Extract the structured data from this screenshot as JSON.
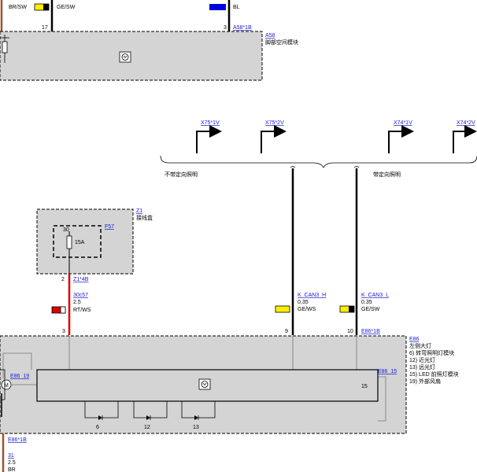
{
  "colors": {
    "module_fill": "#d4d4d4",
    "wire_brown": "#a0522d",
    "wire_black": "#000000",
    "wire_red": "#dd0000",
    "yellow": "#ffee00",
    "blue": "#0000dd",
    "link": "#1a1acc"
  },
  "top": {
    "wire_left_code": "BR/SW",
    "wire_mid_code": "GE/SW",
    "wire_right_code": "BL",
    "pin_17": "17",
    "pin_3": "3",
    "connector": "A58*1B",
    "module_id": "A58",
    "module_name": "脚部空间模块",
    "icon": "module-symbol-icon"
  },
  "connectors_top": [
    "X75*1V",
    "X75*2V",
    "X74*1V",
    "X74*2V"
  ],
  "brace_left_label": "不带定向照明",
  "brace_right_label": "带定向照明",
  "z1": {
    "id": "Z1",
    "name": "接线盒",
    "fuse_id": "F57",
    "fuse_pin": "30",
    "fuse_rating": "15A",
    "pin_2": "2",
    "connector": "Z1*4B",
    "wire_id": "30c57",
    "wire_size": "2.5",
    "wire_color": "RT/WS",
    "pin_3": "3"
  },
  "can": {
    "h_name": "K_CAN3_H",
    "h_size": "0.35",
    "h_color": "GE/WS",
    "h_pin": "9",
    "l_name": "K_CAN3_L",
    "l_size": "0.35",
    "l_color": "GE/SW",
    "l_pin": "10",
    "connector": "E86*1B"
  },
  "e86": {
    "id": "E86",
    "name": "左侧大灯",
    "items": [
      "6)   转弯照明灯模块",
      "12)  近光灯",
      "13)  远光灯",
      "15)  LED 前照灯模块",
      "19)  外部风扇"
    ],
    "inner_left": "E86_19",
    "inner_right": "E86_15",
    "inner_pin_15": "15",
    "bottom_pins": [
      "6",
      "12",
      "13"
    ],
    "icon": "module-symbol-icon"
  },
  "bottom": {
    "connector": "E86*1B",
    "wire_id": "31",
    "wire_size": "2.5",
    "wire_color": "BR"
  }
}
